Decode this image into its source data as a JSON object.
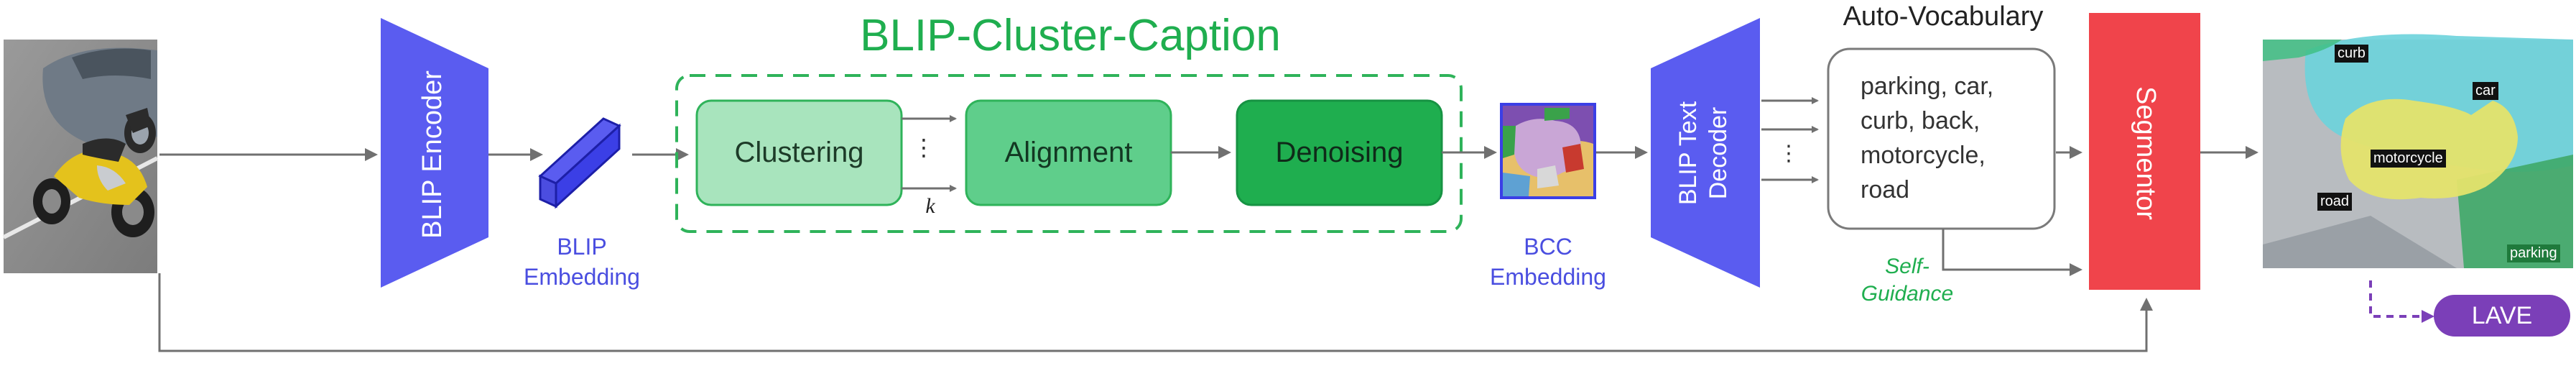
{
  "title": "BLIP-Cluster-Caption",
  "encoder": {
    "label": "BLIP Encoder",
    "color": "#5a5cf0"
  },
  "blip_embedding": {
    "label_line1": "BLIP",
    "label_line2": "Embedding",
    "color": "#3b3fe6"
  },
  "stages": {
    "clustering": "Clustering",
    "alignment": "Alignment",
    "denoising": "Denoising",
    "k_label": "k",
    "vdots": "⋮"
  },
  "bcc_embedding": {
    "label_line1": "BCC",
    "label_line2": "Embedding"
  },
  "decoder": {
    "label_line1": "BLIP Text",
    "label_line2": "Decoder"
  },
  "auto_vocabulary": {
    "title": "Auto-Vocabulary",
    "lines": [
      "parking, car,",
      "curb, back,",
      "motorcycle,",
      "road"
    ]
  },
  "self_guidance": {
    "line1": "Self-",
    "line2": "Guidance"
  },
  "segmentor": {
    "label": "Segmentor",
    "color": "#f0444b"
  },
  "seg_labels": {
    "curb_top": "curb",
    "car": "car",
    "motorcycle": "motorcycle",
    "road": "road",
    "parking": "parking"
  },
  "lave": {
    "label": "LAVE",
    "color": "#7b3fb8"
  },
  "colors": {
    "green_title": "#1fae4f",
    "dashed_border": "#2fb35a",
    "clustering_fill": "#a8e4bd",
    "alignment_fill": "#5fce8b",
    "denoising_fill": "#1fae4f",
    "blue_label": "#4a4ee0",
    "arrow": "#707070"
  }
}
